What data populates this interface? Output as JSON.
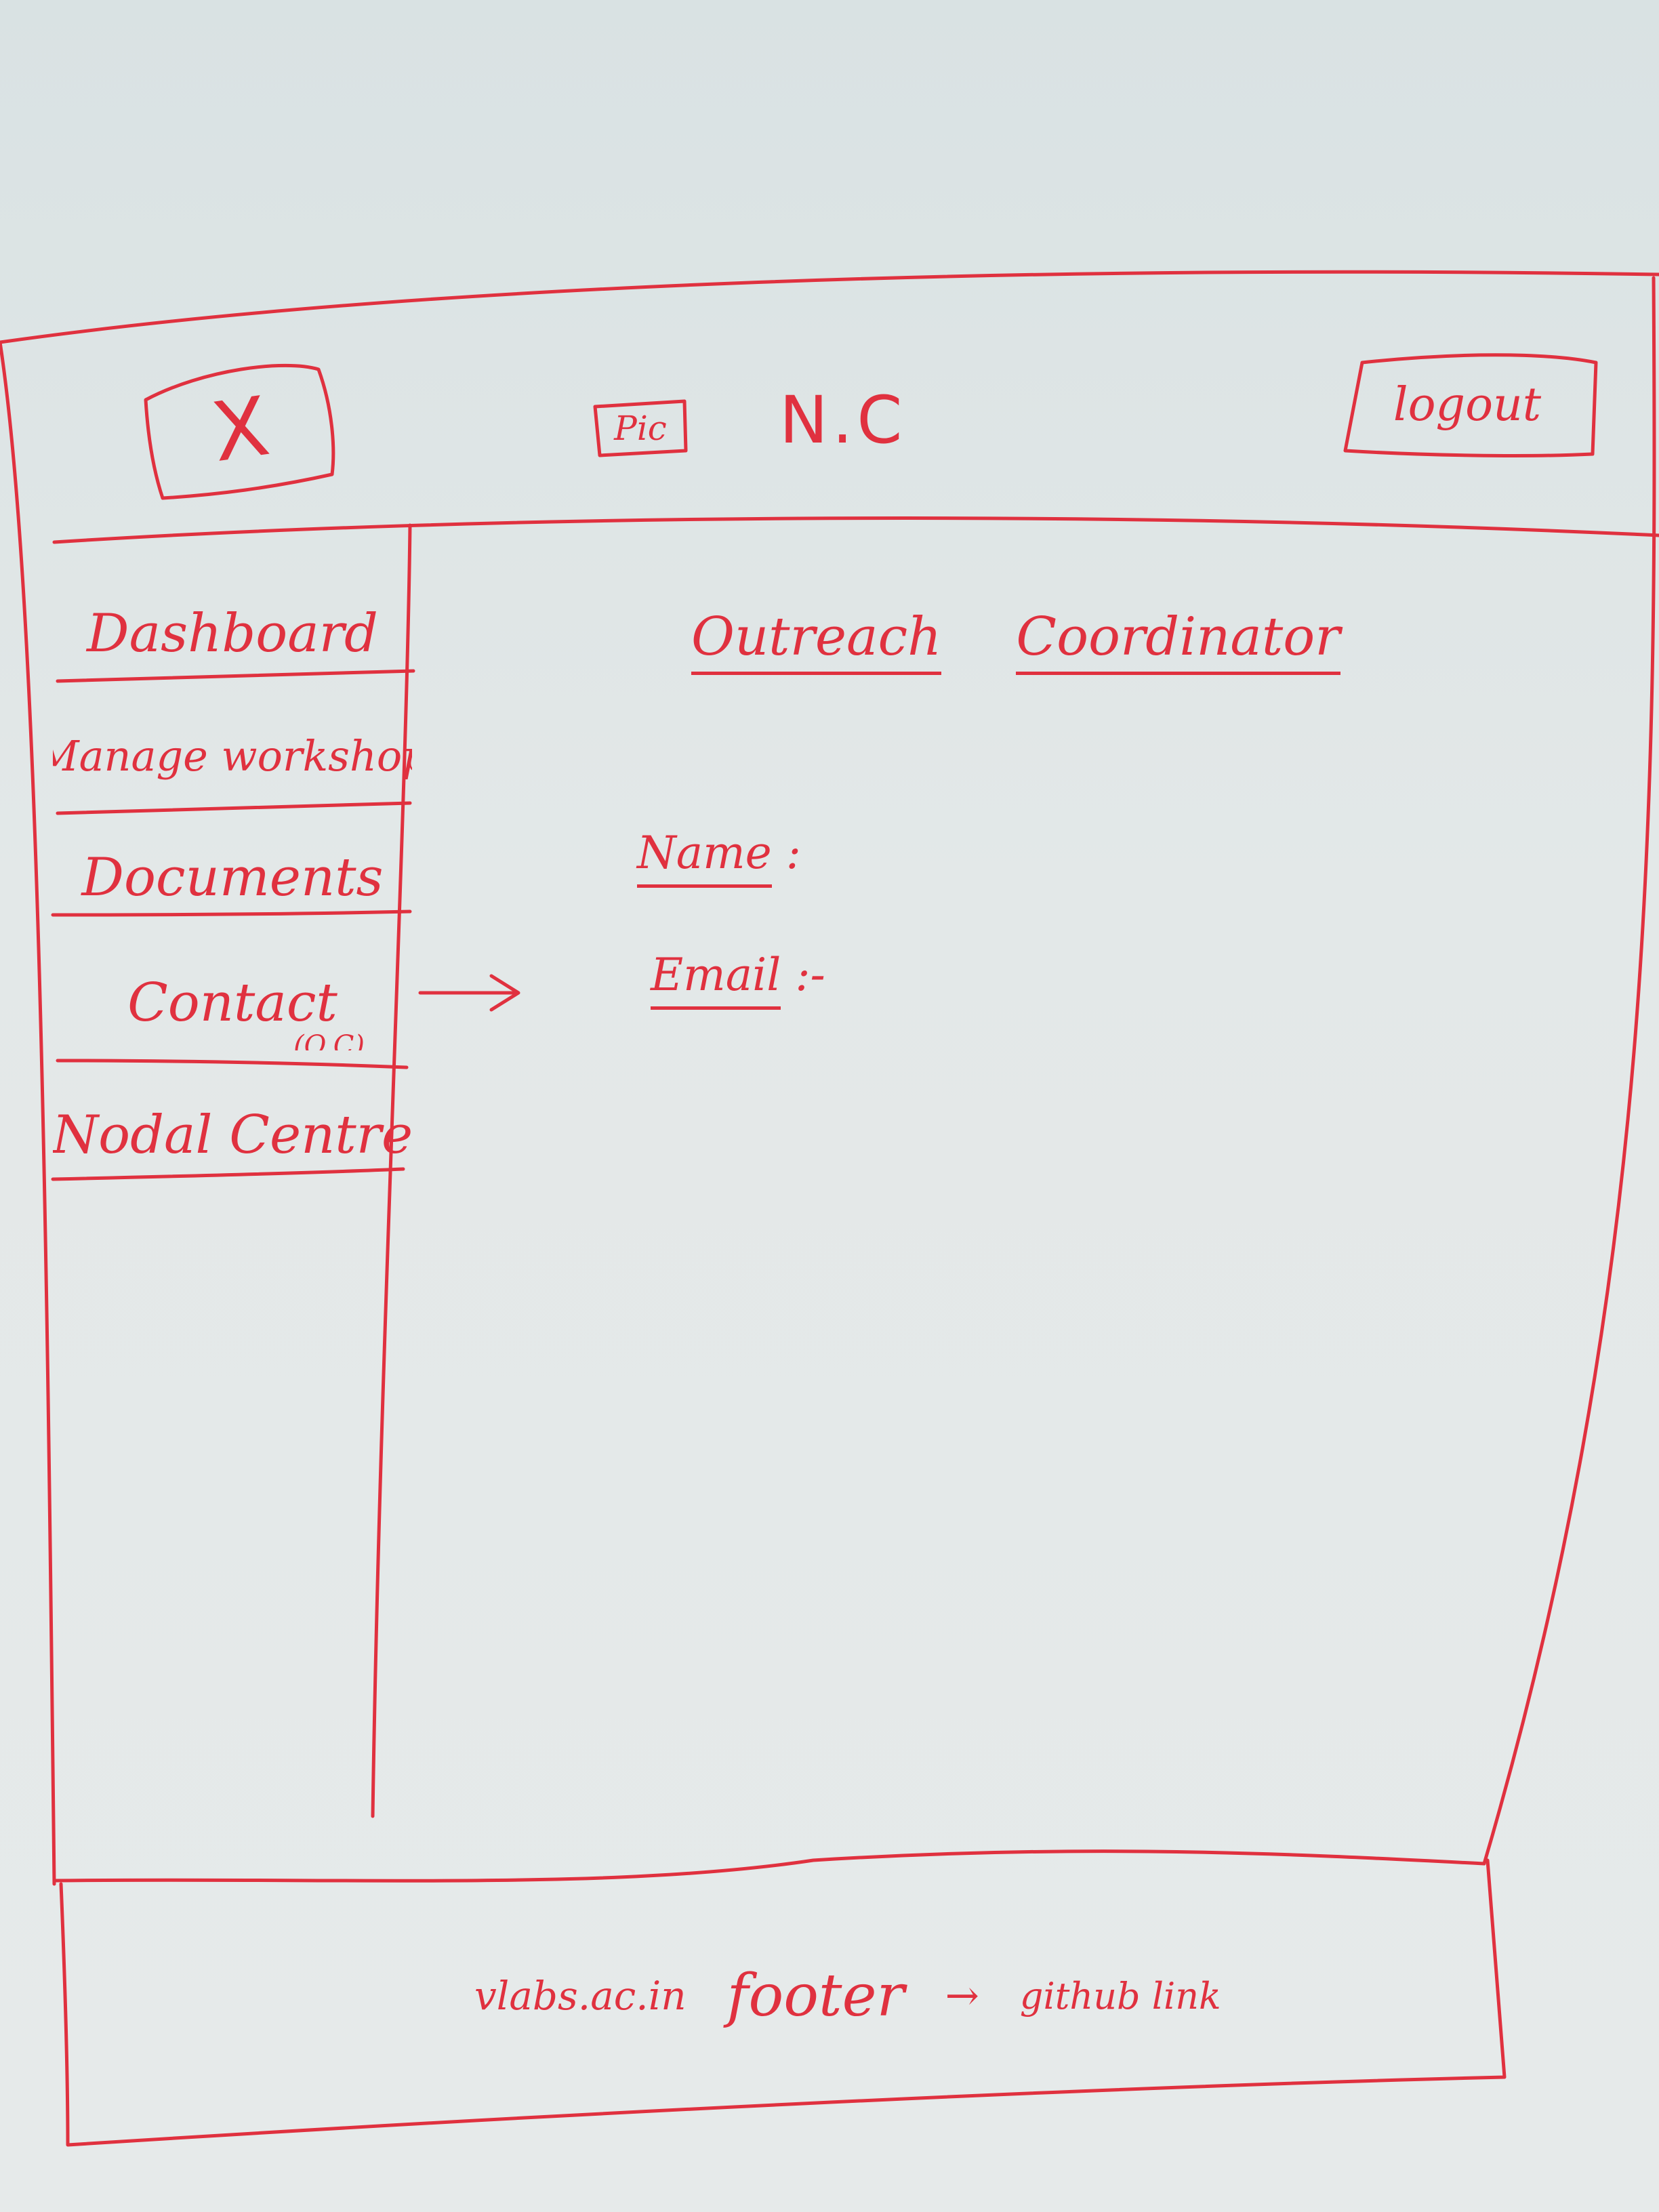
{
  "header": {
    "close_icon": "close-icon",
    "close_glyph": "X",
    "profile_pic_label": "Pic",
    "title": "N.C",
    "logout_label": "logout"
  },
  "sidebar": {
    "items": [
      {
        "label": "Dashboard"
      },
      {
        "label": "Manage workshop"
      },
      {
        "label": "Documents"
      },
      {
        "label": "Contact",
        "sub": "(O.C)"
      },
      {
        "label": "Nodal Centre"
      }
    ]
  },
  "main": {
    "title_word1": "Outreach",
    "title_word2": "Coordinator",
    "name_label": "Name",
    "name_sep": ":",
    "email_label": "Email",
    "email_sep": ":-"
  },
  "footer": {
    "domain": "vlabs.ac.in",
    "label": "footer",
    "arrow": "→",
    "link_text": "github link"
  },
  "colors": {
    "ink": "#e0313f",
    "board": "#e3e8e8"
  }
}
